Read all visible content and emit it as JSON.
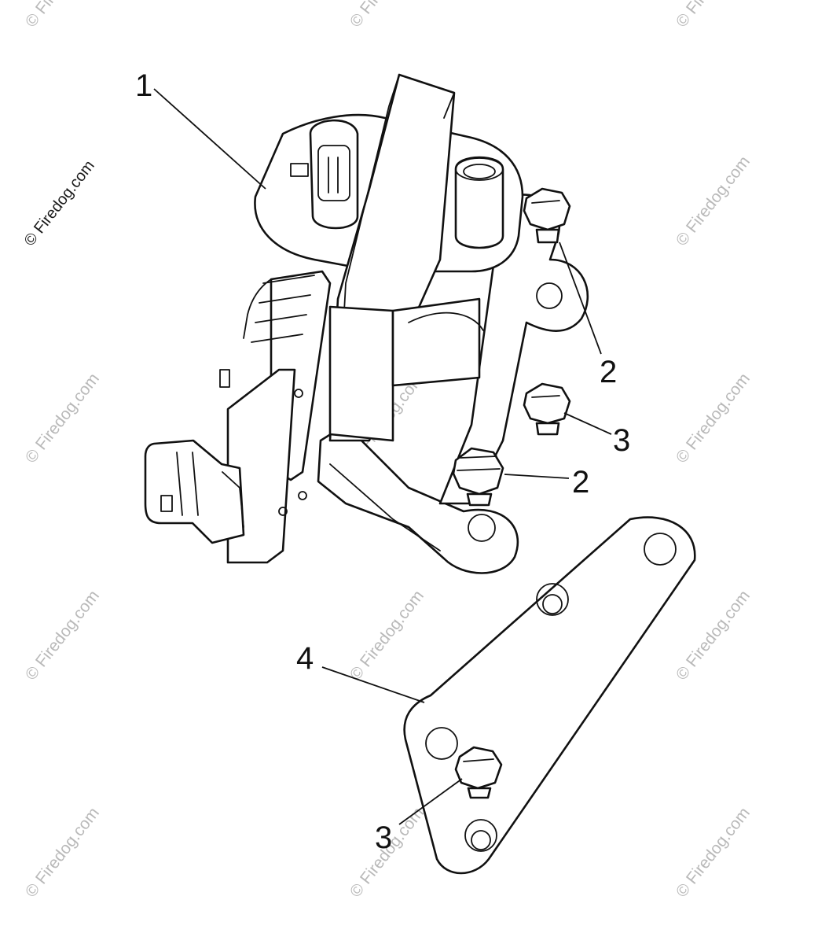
{
  "watermark": {
    "text": "© Firedog.com",
    "color": "#b9b9b9",
    "primary_color": "#1a1a1a"
  },
  "callouts": {
    "c1": "1",
    "c2a": "2",
    "c2b": "2",
    "c3a": "3",
    "c3b": "3",
    "c4": "4"
  },
  "parts": [
    {
      "ref": "1",
      "name": "regulator-rectifier-icon"
    },
    {
      "ref": "2",
      "name": "bolt-icon"
    },
    {
      "ref": "3",
      "name": "bolt-icon"
    },
    {
      "ref": "4",
      "name": "mounting-bracket-icon"
    }
  ]
}
